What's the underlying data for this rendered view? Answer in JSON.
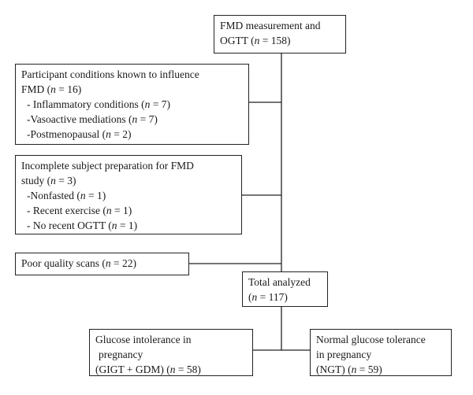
{
  "top_box": {
    "line1": "FMD measurement and",
    "line2_pre": "OGTT (",
    "n": "n",
    "line2_post": " = 158)"
  },
  "conditions_box": {
    "line1": "Participant conditions known to influence",
    "line2_pre": "FMD (",
    "line2_post": " = 16)",
    "items": [
      {
        "pre": " - Inflammatory conditions (",
        "post": " = 7)"
      },
      {
        "pre": " -Vasoactive mediations (",
        "post": " = 7)"
      },
      {
        "pre": " -Postmenopausal (",
        "post": " = 2)"
      }
    ]
  },
  "prep_box": {
    "line1": "Incomplete subject preparation for FMD",
    "line2_pre": "study (",
    "line2_post": " = 3)",
    "items": [
      {
        "pre": " -Nonfasted (",
        "post": " = 1)"
      },
      {
        "pre": " - Recent exercise (",
        "post": " = 1)"
      },
      {
        "pre": " - No recent OGTT (",
        "post": " = 1)"
      }
    ]
  },
  "scans_box": {
    "pre": "Poor quality scans (",
    "post": " = 22)"
  },
  "analyzed_box": {
    "line1": "Total analyzed",
    "line2_pre": "(",
    "line2_post": " = 117)"
  },
  "gi_box": {
    "line1": "Glucose intolerance in",
    "line2": " pregnancy",
    "line3_pre": "(GIGT + GDM) (",
    "line3_post": " = 58)"
  },
  "ngt_box": {
    "line1": "Normal glucose tolerance",
    "line2": "in pregnancy",
    "line3_pre": "(NGT) (",
    "line3_post": " = 59)"
  }
}
